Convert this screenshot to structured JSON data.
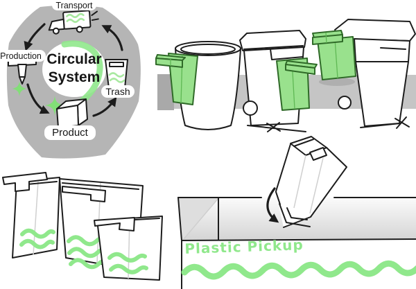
{
  "illustration": {
    "circular_diagram": {
      "center": {
        "line1": "Circular",
        "line2": "System"
      },
      "nodes": [
        {
          "label": "Transport",
          "icon": "delivery-truck-icon"
        },
        {
          "label": "Production",
          "icon": "press-machine-icon"
        },
        {
          "label": "Product",
          "icon": "package-box-icon"
        },
        {
          "label": "Trash",
          "icon": "trash-cup-icon"
        }
      ]
    },
    "pickup_bed": {
      "caption": "Plastic Pickup"
    },
    "colors": {
      "bin_green": "#99e18d",
      "bin_green_outline": "#2f6a28",
      "wave_green": "#90e88c",
      "sparkle_green": "#82df77",
      "squiggle_green": "#a9e9a1",
      "blob_gray": "#b5b5b5",
      "band_gray": "#c5c5c5",
      "shadow_gray": "#a9a9a9",
      "outline_ink": "#1c1c1c"
    }
  }
}
